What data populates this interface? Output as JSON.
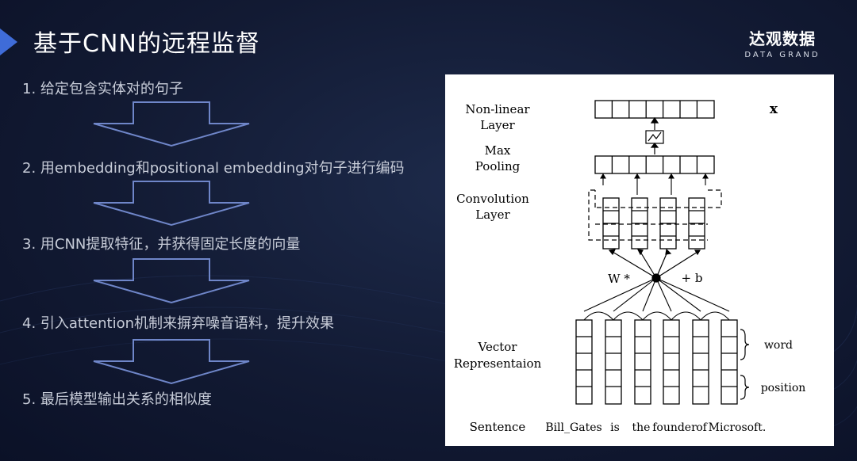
{
  "slide": {
    "title": "基于CNN的远程监督"
  },
  "logo": {
    "name_cn": "达观数据",
    "name_en": "DATA GRAND"
  },
  "steps": [
    {
      "label": "1.  给定包含实体对的句子"
    },
    {
      "label": "2.  用embedding和positional embedding对句子进行编码"
    },
    {
      "label": "3.  用CNN提取特征，并获得固定长度的向量"
    },
    {
      "label": "4.  引入attention机制来摒弃噪音语料，提升效果"
    },
    {
      "label": "5.  最后模型输出关系的相似度"
    }
  ],
  "diagram": {
    "nonlinear_label_1": "Non-linear",
    "nonlinear_label_2": "Layer",
    "max_label_1": "Max",
    "max_label_2": "Pooling",
    "conv_label_1": "Convolution",
    "conv_label_2": "Layer",
    "vector_label_1": "Vector",
    "vector_label_2": "Representaion",
    "sentence_label": "Sentence",
    "output_symbol": "x",
    "weight_label": "W *",
    "bias_label": "+ b",
    "word_label": "word",
    "position_label": "position",
    "sentence_tokens": [
      "Bill_Gates",
      "is",
      "the",
      "founder",
      "of",
      "Microsoft."
    ],
    "colors": {
      "stroke": "#000000",
      "background": "#ffffff"
    }
  },
  "colors": {
    "accent": "#3f6cd8",
    "arrow_stroke": "#6f86c9",
    "text": "#c7ccd8"
  }
}
